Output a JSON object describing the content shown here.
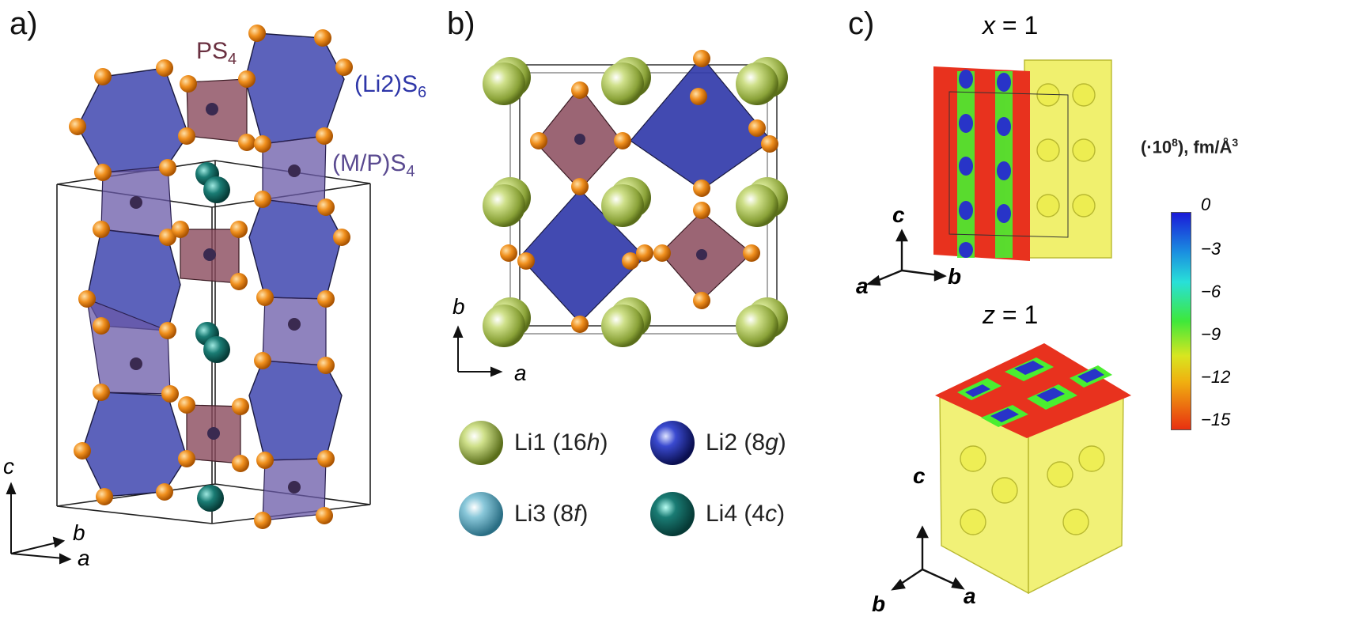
{
  "panels": {
    "a": "a)",
    "b": "b)",
    "c": "c)"
  },
  "panel_a": {
    "labels": {
      "ps4": "PS",
      "ps4_sub": "4",
      "li2s6": "(Li2)S",
      "li2s6_sub": "6",
      "mps4": "(M/P)S",
      "mps4_sub": "4"
    },
    "axes": {
      "c": "c",
      "b": "b",
      "a": "a"
    }
  },
  "panel_b": {
    "axes": {
      "b": "b",
      "a": "a"
    }
  },
  "legend": [
    {
      "name": "Li1",
      "site": "16",
      "site_letter": "h",
      "color": "#a9c24a"
    },
    {
      "name": "Li2",
      "site": "8",
      "site_letter": "g",
      "color": "#2b3bb0"
    },
    {
      "name": "Li3",
      "site": "8",
      "site_letter": "f",
      "color": "#6ab0c8"
    },
    {
      "name": "Li4",
      "site": "4",
      "site_letter": "c",
      "color": "#11645e"
    }
  ],
  "panel_c": {
    "top_title_var": "x",
    "top_title_eq": " = 1",
    "bottom_title_var": "z",
    "bottom_title_eq": " = 1",
    "top_axes": {
      "c": "c",
      "a": "a",
      "b": "b"
    },
    "bottom_axes": {
      "c": "c",
      "b": "b",
      "a": "a"
    },
    "colorbar": {
      "unit_prefix": "(·10",
      "unit_exp": "8",
      "unit_suffix": "), fm/Å",
      "unit_exp2": "3",
      "ticks": [
        "0",
        "−3",
        "−6",
        "−9",
        "−12",
        "−15"
      ]
    }
  },
  "colors": {
    "sulfur": "#f0901e",
    "ps4": "#8a4a5c",
    "li2s6": "#2e36a8",
    "mps4": "#6a5aa8",
    "nuclear_density": "#e6e640"
  }
}
